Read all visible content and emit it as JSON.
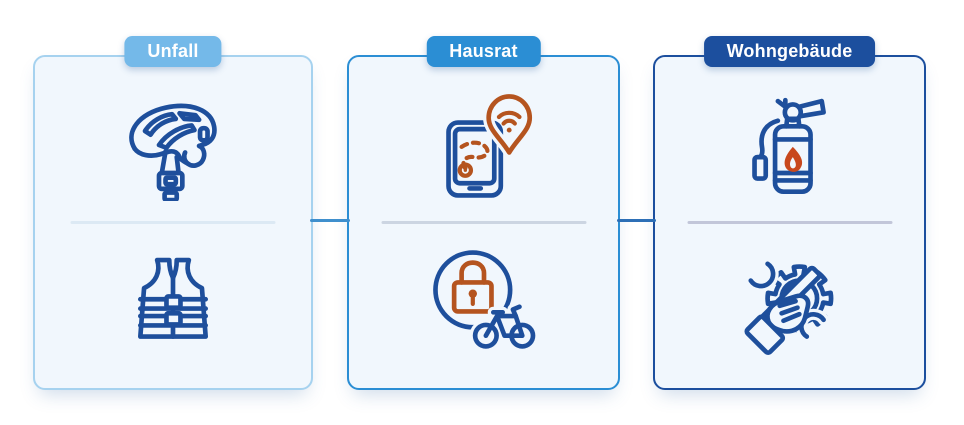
{
  "page": {
    "background_color": "#ffffff",
    "description": "Three insurance product category cards with icon illustrations"
  },
  "colors": {
    "icon_blue": "#1e4f9c",
    "icon_orange": "#b5541f",
    "flame_orange": "#c8481d",
    "card_bg": "#f1f7fd",
    "badge_text_color": "#ffffff"
  },
  "connectors": [
    {
      "color": "#3f8fcd"
    },
    {
      "color": "#2d6fb6"
    }
  ],
  "cards": [
    {
      "label": "Unfall",
      "badge_color": "#74b9e9",
      "border_color": "#a6d2ef",
      "divider_color": "#dce9f4",
      "icons": [
        {
          "name": "bike-helmet-icon"
        },
        {
          "name": "safety-vest-icon"
        }
      ]
    },
    {
      "label": "Hausrat",
      "badge_color": "#2b8ed4",
      "border_color": "#2b8ed4",
      "divider_color": "#ccd5e2",
      "icons": [
        {
          "name": "phone-gps-tracking-icon"
        },
        {
          "name": "bicycle-lock-icon"
        }
      ]
    },
    {
      "label": "Wohngebäude",
      "badge_color": "#1c4f9e",
      "border_color": "#1c4f9e",
      "divider_color": "#c2c6d9",
      "icons": [
        {
          "name": "fire-extinguisher-icon"
        },
        {
          "name": "repair-service-icon"
        }
      ]
    }
  ]
}
